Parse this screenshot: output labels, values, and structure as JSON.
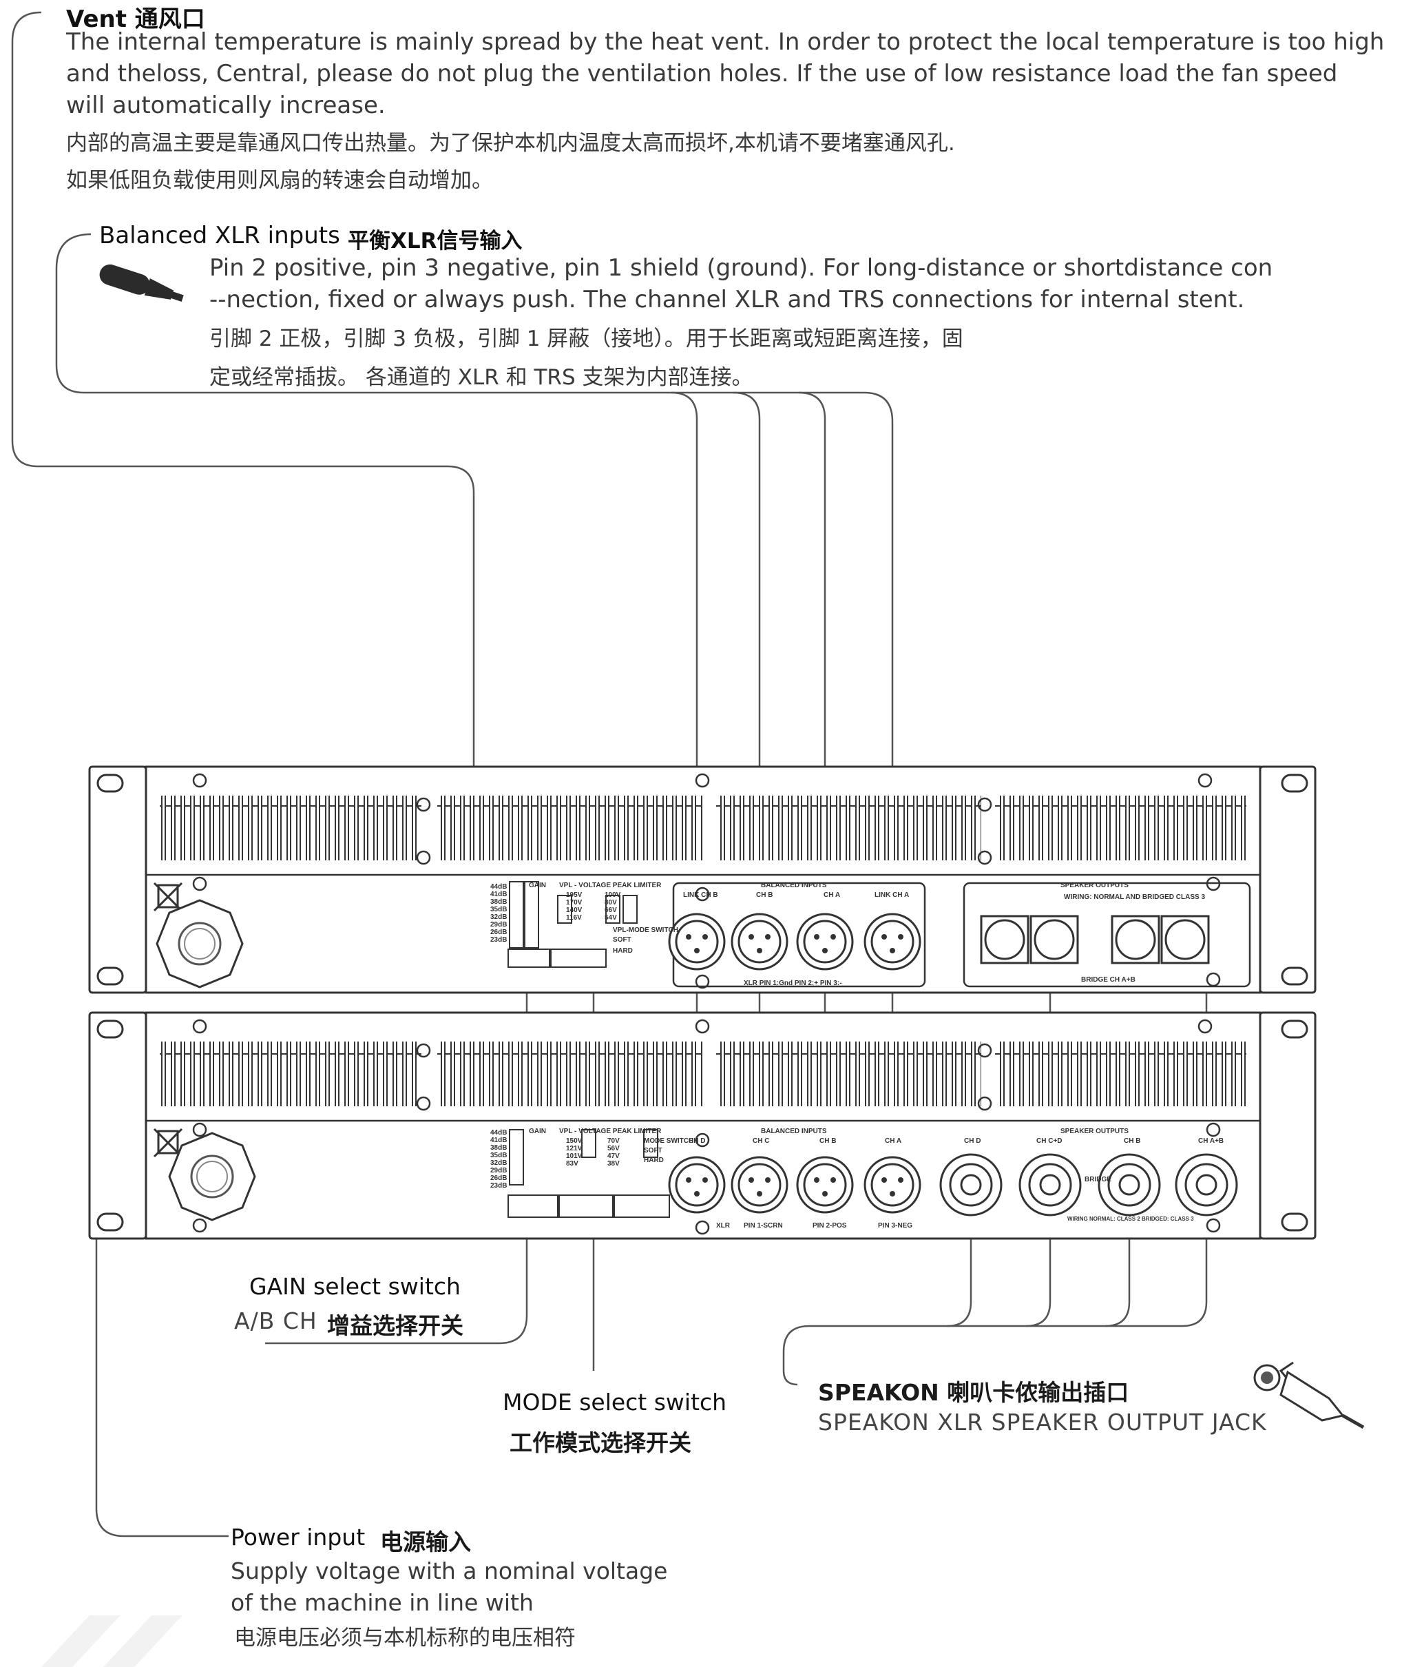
{
  "vent": {
    "title": "Vent  通风口",
    "body_en_1": "The internal temperature is mainly spread by the heat vent. In order to protect the local temperature is too high",
    "body_en_2": "and theloss, Central, please do not plug the ventilation holes. If the use of low resistance load the fan speed",
    "body_en_3": "will automatically increase.",
    "body_zh_1": "内部的高温主要是靠通风口传出热量。为了保护本机内温度太高而损坏,本机请不要堵塞通风孔.",
    "body_zh_2": "如果低阻负载使用则风扇的转速会自动增加。"
  },
  "xlr": {
    "title": "Balanced XLR inputs",
    "title_zh": "平衡XLR信号输入",
    "body_en_1": "Pin 2 positive, pin 3 negative, pin 1 shield (ground). For long-distance or shortdistance con",
    "body_en_2": "--nection, fixed or always push. The channel XLR and TRS connections for internal stent.",
    "body_zh_1": "引脚 2 正极，引脚 3 负极，引脚 1 屏蔽（接地）。用于长距离或短距离连接，固",
    "body_zh_2": "定或经常插拔。 各通道的 XLR 和 TRS 支架为内部连接。"
  },
  "gain": {
    "title": "GAIN select switch",
    "subtitle_a": "A/B CH",
    "subtitle_zh": "增益选择开关"
  },
  "mode": {
    "title": "MODE select switch",
    "title_zh": "工作模式选择开关"
  },
  "speakon": {
    "title": "SPEAKON 喇叭卡侬输出插口",
    "subtitle": "SPEAKON XLR SPEAKER OUTPUT JACK"
  },
  "power": {
    "title": "Power input",
    "title_zh": "电源输入",
    "body_en_1": "Supply voltage with a nominal voltage",
    "body_en_2": "of the machine in line with",
    "body_zh": "电源电压必须与本机标称的电压相符"
  },
  "panel_top": {
    "gain_title": "GAIN",
    "gain_steps": [
      "44dB",
      "41dB",
      "38dB",
      "35dB",
      "32dB",
      "29dB",
      "26dB",
      "23dB"
    ],
    "vpl_title": "VPL - VOLTAGE PEAK LIMITER",
    "vpl_values_a": [
      "195V",
      "170V",
      "140V",
      "116V"
    ],
    "vpl_values_b": [
      "100V",
      "80V",
      "66V",
      "54V"
    ],
    "vpl_mode": "VPL-MODE SWITCH",
    "soft": "SOFT",
    "hard": "HARD",
    "balanced_inputs": "BALANCED INPUTS",
    "link_ch_b": "LINK CH B",
    "ch_b": "CH B",
    "ch_a": "CH A",
    "link_ch_a": "LINK CH A",
    "xlr_pins": "XLR PIN 1:Gnd  PIN 2:+  PIN 3:-",
    "speaker_outputs": "SPEAKER OUTPUTS",
    "wiring": "WIRING: NORMAL AND BRIDGED CLASS 3",
    "bridge": "BRIDGE CH A+B"
  },
  "panel_bottom": {
    "gain_title": "GAIN",
    "gain_steps": [
      "44dB",
      "41dB",
      "38dB",
      "35dB",
      "32dB",
      "29dB",
      "26dB",
      "23dB"
    ],
    "vpl_title": "VPL - VOLTAGE PEAK LIMITER",
    "vpl_values_a": [
      "150V",
      "121V",
      "101V",
      "83V"
    ],
    "vpl_values_b": [
      "70V",
      "56V",
      "47V",
      "38V"
    ],
    "mode_switch": "MODE SWITCH",
    "soft": "SOFT",
    "hard": "HARD",
    "balanced_inputs": "BALANCED INPUTS",
    "ch_d": "CH D",
    "ch_c": "CH C",
    "ch_b": "CH B",
    "ch_a": "CH A",
    "xlr": "XLR",
    "pin1": "PIN 1-SCRN",
    "pin2": "PIN 2-POS",
    "pin3": "PIN 3-NEG",
    "speaker_outputs": "SPEAKER OUTPUTS",
    "spk_ch_d": "CH D",
    "spk_ch_cd": "CH C+D",
    "spk_ch_b": "CH B",
    "spk_ch_ab": "CH A+B",
    "bridge": "BRIDGE",
    "wiring": "WIRING NORMAL: CLASS 2 BRIDGED: CLASS 3"
  }
}
